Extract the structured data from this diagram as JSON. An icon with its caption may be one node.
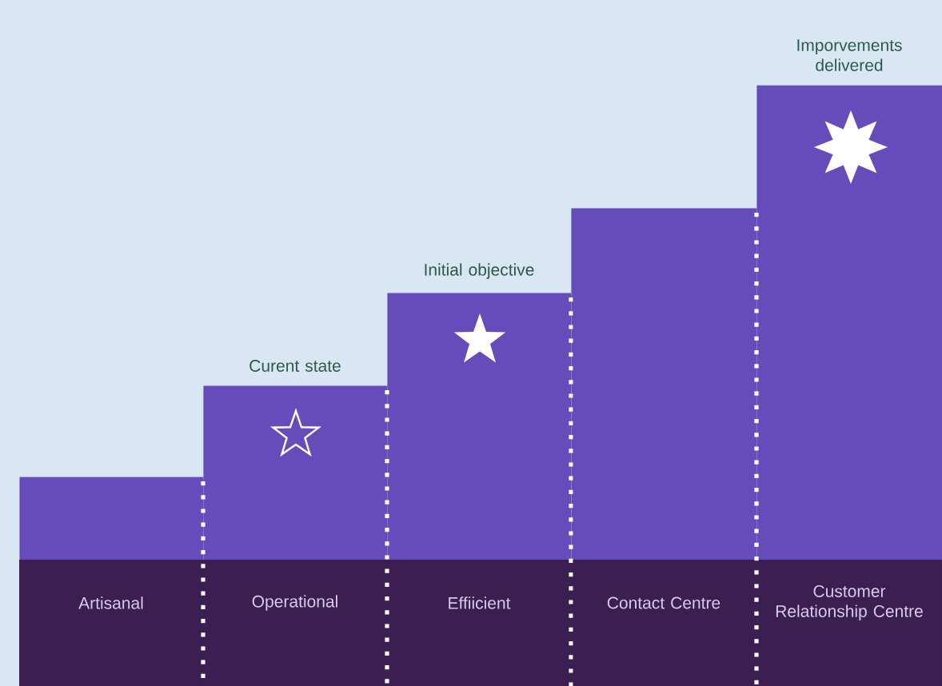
{
  "diagram": {
    "nodes": [
      {
        "text": [
          "Artisanal"
        ]
      },
      {
        "text": [
          "Operational"
        ],
        "beside": [
          "Curent state"
        ]
      },
      {
        "text": [
          "Effiicient"
        ],
        "beside": [
          "Initial objective"
        ]
      },
      {
        "text": [
          "Contact Centre"
        ]
      },
      {
        "text": [
          "Customer Relationship Centre"
        ],
        "beside": [
          "Imporvements delivered"
        ]
      }
    ]
  }
}
